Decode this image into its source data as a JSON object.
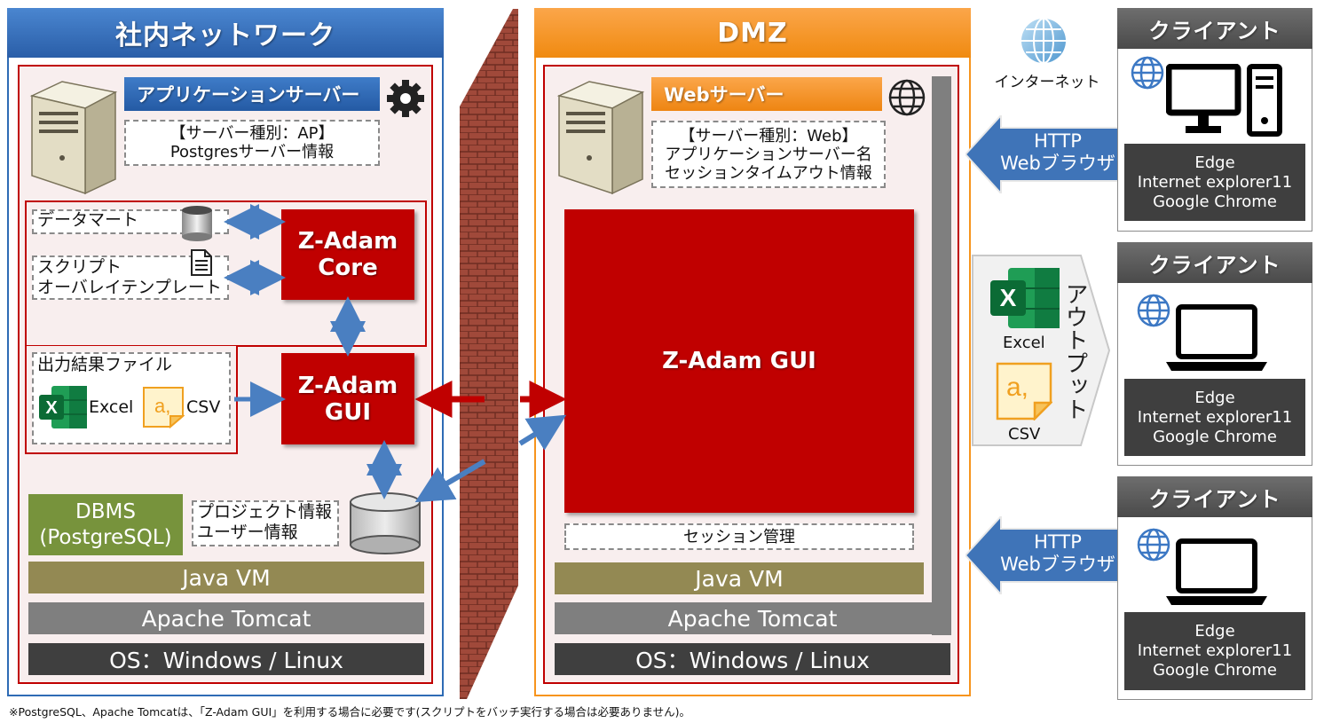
{
  "internal": {
    "title": "社内ネットワーク",
    "app_server": {
      "name": "アプリケーションサーバー",
      "info_line1": "【サーバー種別：AP】",
      "info_line2": "Postgresサーバー情報"
    },
    "data_mart": "データマート",
    "script_line1": "スクリプト",
    "script_line2": "オーバレイテンプレート",
    "output_title": "出力結果ファイル",
    "excel": "Excel",
    "csv": "CSV",
    "core_line1": "Z-Adam",
    "core_line2": "Core",
    "gui_line1": "Z-Adam",
    "gui_line2": "GUI",
    "dbms_line1": "DBMS",
    "dbms_line2": "(PostgreSQL)",
    "project_info_line1": "プロジェクト情報",
    "project_info_line2": "ユーザー情報",
    "java_vm": "Java VM",
    "tomcat": "Apache Tomcat",
    "os": "OS：Windows / Linux"
  },
  "dmz": {
    "title": "DMZ",
    "web_server": {
      "name": "Webサーバー",
      "info_line1": "【サーバー種別：Web】",
      "info_line2": "アプリケーションサーバー名",
      "info_line3": "セッションタイムアウト情報"
    },
    "gui": "Z-Adam GUI",
    "session": "セッション管理",
    "java_vm": "Java VM",
    "tomcat": "Apache Tomcat",
    "os": "OS：Windows / Linux"
  },
  "internet": "インターネット",
  "http_arrows": [
    {
      "line1": "HTTP",
      "line2": "Webブラウザ"
    },
    {
      "line1": "HTTP",
      "line2": "Webブラウザ"
    }
  ],
  "output": {
    "label": "アウトプット",
    "excel": "Excel",
    "csv": "CSV"
  },
  "clients": [
    {
      "title": "クライアント",
      "browsers": [
        "Edge",
        "Internet explorer11",
        "Google Chrome"
      ]
    },
    {
      "title": "クライアント",
      "browsers": [
        "Edge",
        "Internet explorer11",
        "Google Chrome"
      ]
    },
    {
      "title": "クライアント",
      "browsers": [
        "Edge",
        "Internet explorer11",
        "Google Chrome"
      ]
    }
  ],
  "footnote": "※PostgreSQL、Apache Tomcatは、「Z-Adam GUI」を利用する場合に必要です(スクリプトをバッチ実行する場合は必要ありません)。",
  "colors": {
    "internal_head": "#2e6bb5",
    "dmz_head": "#f7941d",
    "red": "#c00000",
    "olive": "#938953",
    "tomcat_gray": "#7f7f7f",
    "os_dark": "#3f3f3f",
    "dbms_green": "#77933c",
    "arrow_blue": "#4a7fc1",
    "client_head": "#595959"
  }
}
